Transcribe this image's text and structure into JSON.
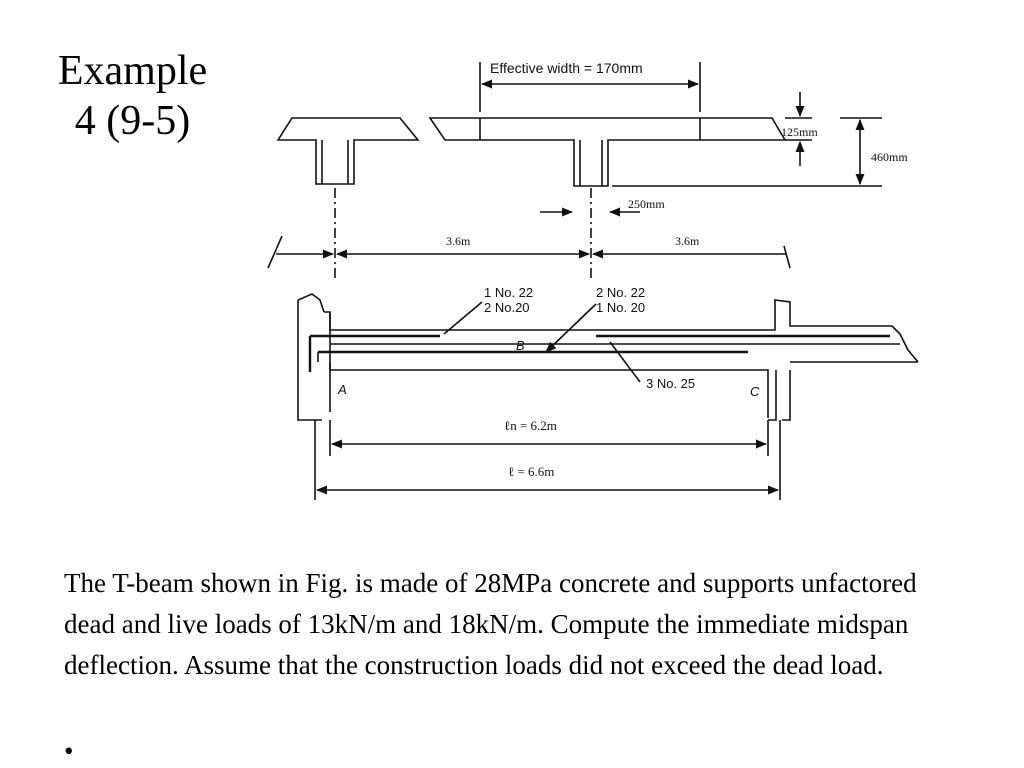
{
  "slide": {
    "title_line1": "Example",
    "title_line2": "4 (9-5)",
    "problem_text": "The T-beam shown in Fig. is made of 28MPa concrete and supports unfactored dead and live loads of  13kN/m and 18kN/m. Compute the immediate midspan deflection. Assume that the construction loads did not exceed the dead load.",
    "bullet": "•"
  },
  "figure": {
    "effective_width": "Effective width = 170mm",
    "slab_thickness": "125mm",
    "total_depth": "460mm",
    "web_width": "250mm",
    "spacing_left": "3.6m",
    "spacing_right": "3.6m",
    "bars_top_left_1": "1 No. 22",
    "bars_top_left_2": "2 No.20",
    "bars_top_right_1": "2 No. 22",
    "bars_top_right_2": "1 No. 20",
    "bars_bottom": "3 No. 25",
    "point_a": "A",
    "point_b": "B",
    "point_c": "C",
    "clear_span": "ℓn = 6.2m",
    "span": "ℓ = 6.6m"
  }
}
